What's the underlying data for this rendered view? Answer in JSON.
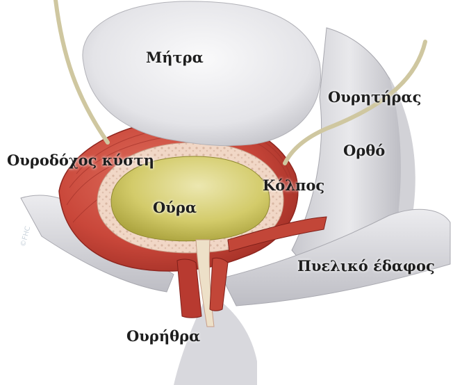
{
  "labels": {
    "uterus": "Μήτρα",
    "ureter": "Ουρητήρας",
    "rectum": "Ορθό",
    "bladder": "Ουροδόχος κύστη",
    "vagina": "Κόλπος",
    "urine": "Ούρα",
    "pelvic_floor": "Πυελικό έδαφος",
    "urethra": "Ουρήθρα"
  },
  "watermark": "©FHC",
  "colors": {
    "muscle": "#c9473a",
    "muscle_dark": "#9e2d24",
    "muscle_light": "#e0705f",
    "tissue": "#f1d7c6",
    "urine": "#ccc35a",
    "urine_light": "#ece7b0",
    "organ_gray": "#e3e3e6",
    "organ_shadow": "#b7b7bd",
    "tube": "#cfc7a0"
  }
}
